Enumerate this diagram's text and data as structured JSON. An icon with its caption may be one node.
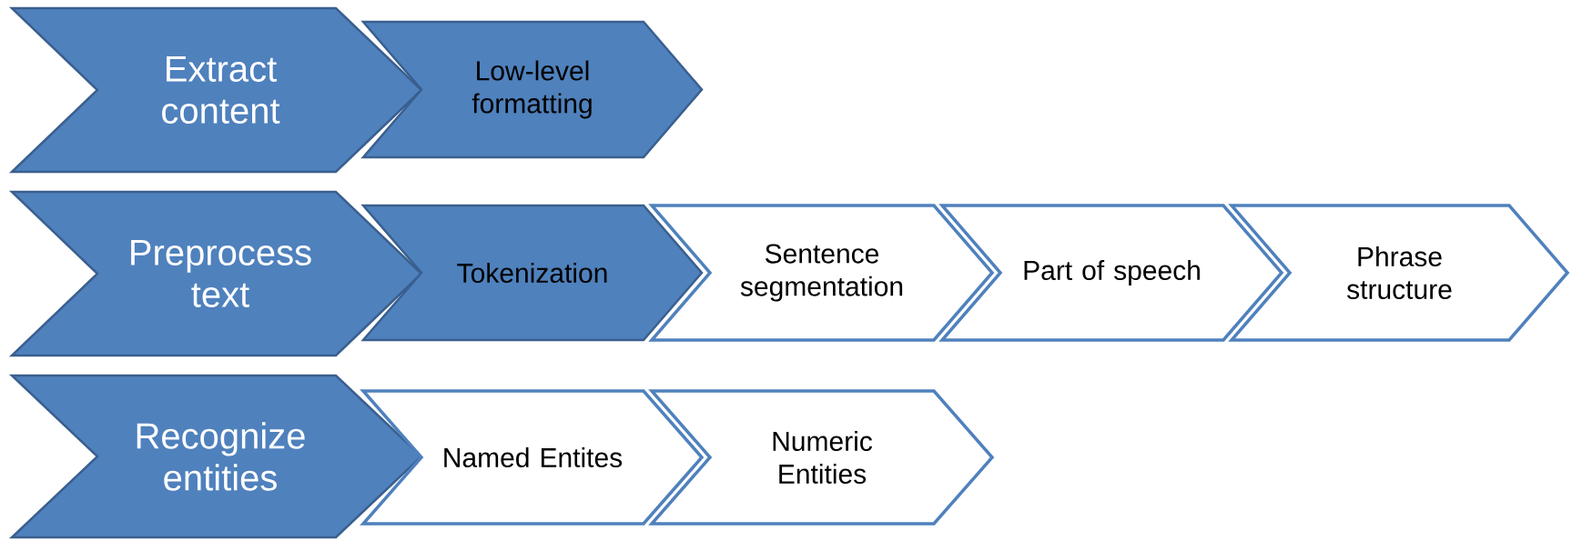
{
  "diagram": {
    "nodes": [
      {
        "text": [
          "Extract content"
        ]
      },
      {
        "text": [
          "Low-level formatting"
        ]
      },
      {
        "text": [
          "Preprocess text"
        ]
      },
      {
        "text": [
          "Tokenization"
        ]
      },
      {
        "text": [
          "Sentence segmentation"
        ]
      },
      {
        "text": [
          "Part of speech"
        ]
      },
      {
        "text": [
          "Phrase structure"
        ]
      },
      {
        "text": [
          "Recognize entities"
        ]
      },
      {
        "text": [
          "Named Entites"
        ]
      },
      {
        "text": [
          "Numeric Entities"
        ]
      }
    ]
  }
}
